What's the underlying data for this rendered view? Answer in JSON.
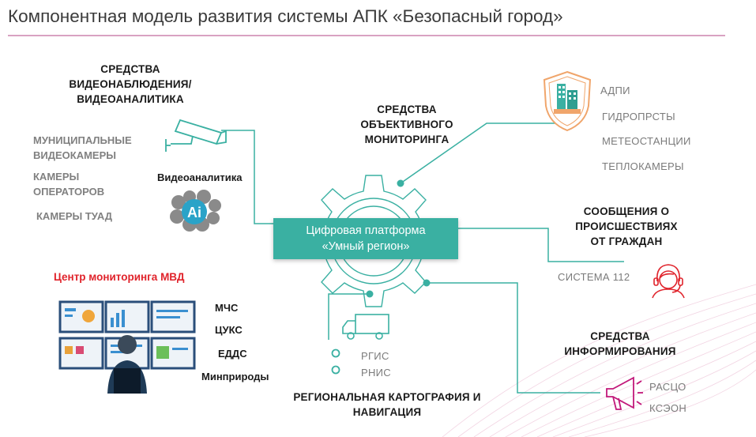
{
  "title": "Компонентная модель развития системы АПК «Безопасный город»",
  "platform": {
    "line1": "Цифровая платформа",
    "line2": "«Умный регион»"
  },
  "video": {
    "heading": [
      "СРЕДСТВА",
      "ВИДЕОНАБЛЮДЕНИЯ/",
      "ВИДЕОАНАЛИТИКА"
    ],
    "items": [
      "МУНИЦИПАЛЬНЫЕ",
      "ВИДЕОКАМЕРЫ",
      "КАМЕРЫ",
      "ОПЕРАТОРОВ",
      "КАМЕРЫ ТУАД"
    ],
    "analytics_label": "Видеоаналитика",
    "ai_text": "Ai"
  },
  "monitoring": {
    "heading": [
      "СРЕДСТВА",
      "ОБЪЕКТИВНОГО",
      "МОНИТОРИНГА"
    ],
    "items": [
      "АДПИ",
      "ГИДРОПРСТЫ",
      "МЕТЕОСТАНЦИИ",
      "ТЕПЛОКАМЕРЫ"
    ]
  },
  "reports": {
    "heading": [
      "СООБЩЕНИЯ О",
      "ПРОИСШЕСТВИЯХ",
      "ОТ ГРАЖДАН"
    ],
    "item": "СИСТЕМА 112"
  },
  "mvd": {
    "heading": "Центр мониторинга МВД",
    "items": [
      "МЧС",
      "ЦУКС",
      "ЕДДС",
      "Минприроды"
    ]
  },
  "cartography": {
    "items": [
      "РГИС",
      "РНИС"
    ],
    "heading": [
      "РЕГИОНАЛЬНАЯ КАРТОГРАФИЯ И",
      "НАВИГАЦИЯ"
    ]
  },
  "inform": {
    "heading": [
      "СРЕДСТВА",
      "ИНФОРМИРОВАНИЯ"
    ],
    "items": [
      "РАСЦО",
      "КСЭОН"
    ]
  },
  "colors": {
    "teal": "#3ab0a2",
    "accent_pink": "#d9a2c2",
    "orange": "#f0a56b",
    "red": "#e0232b",
    "magenta": "#c2187a"
  }
}
